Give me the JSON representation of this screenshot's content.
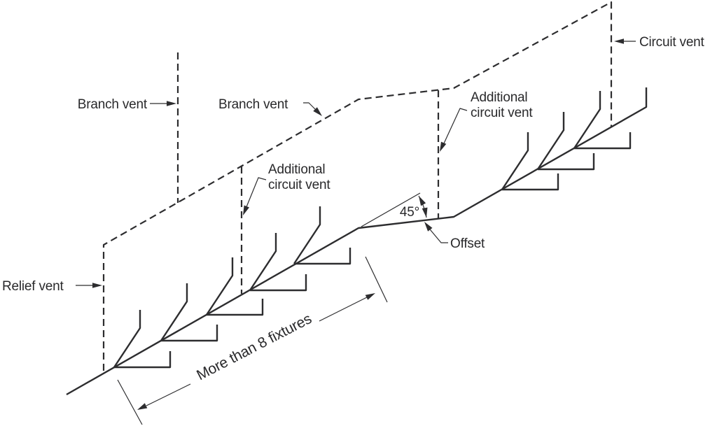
{
  "diagram": {
    "description": "Isometric plumbing schematic of circuit venting with an offset",
    "colors": {
      "line": "#2d2d2f",
      "text": "#29292b",
      "background": "#ffffff"
    },
    "labels": {
      "branch_vent_left": "Branch vent",
      "branch_vent_mid": "Branch vent",
      "circuit_vent": "Circuit vent",
      "relief_vent": "Relief vent",
      "additional_circuit_vent_left": {
        "line1": "Additional",
        "line2": "circuit vent"
      },
      "additional_circuit_vent_right": {
        "line1": "Additional",
        "line2": "circuit vent"
      },
      "angle": "45°",
      "offset": "Offset",
      "dimension": "More than 8 fixtures"
    }
  }
}
